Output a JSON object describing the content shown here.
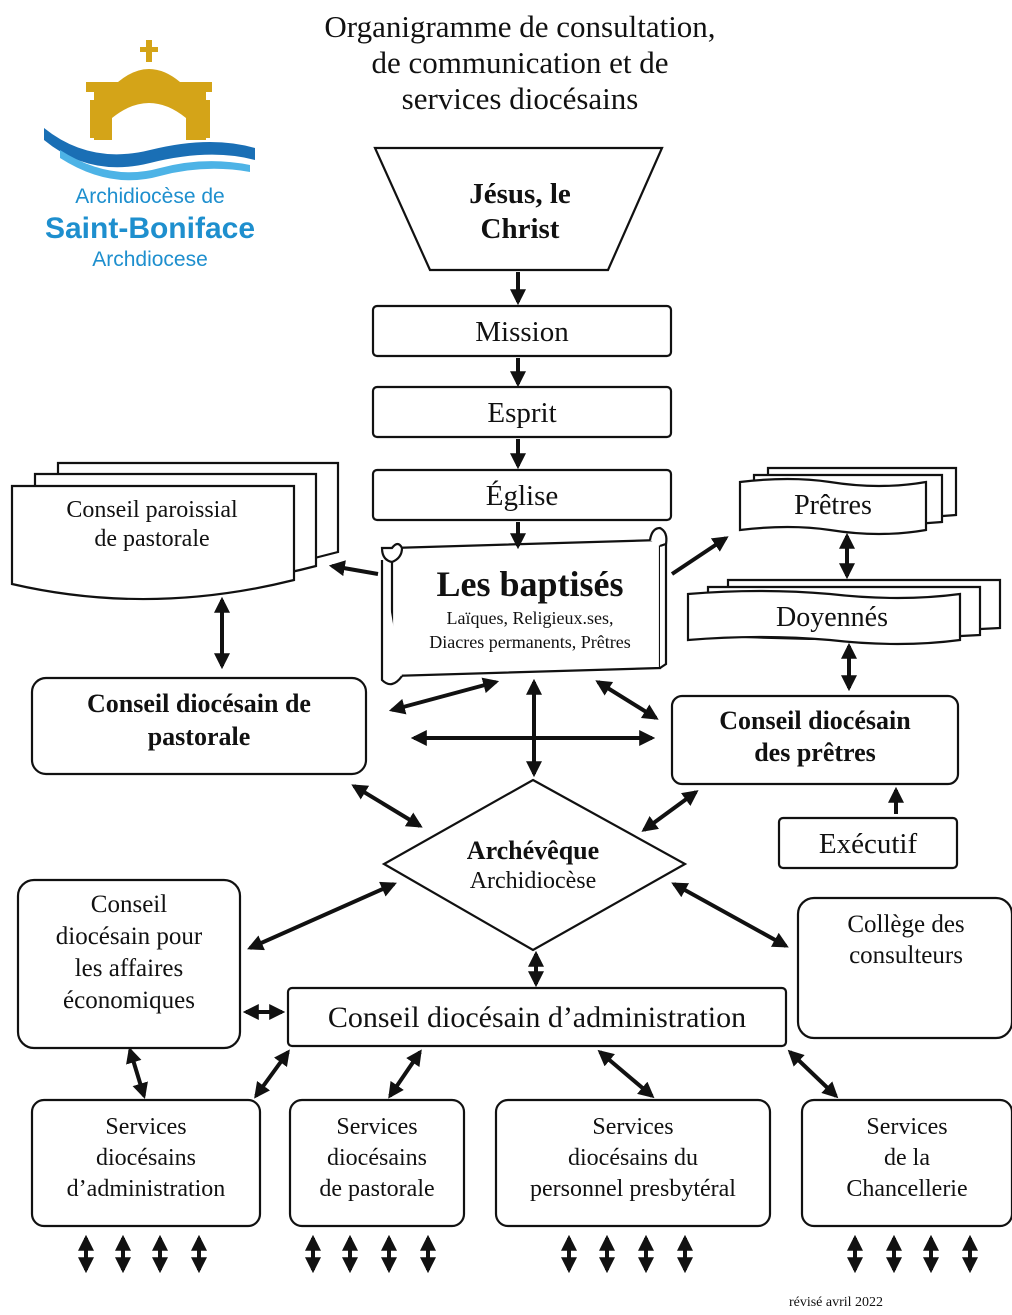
{
  "title": [
    "Organigramme de consultation,",
    "de communication et de",
    "services diocésains"
  ],
  "logo": {
    "line1": "Archidiocèse de",
    "line2": "Saint-Boniface",
    "line3": "Archdiocese",
    "gold": "#d4a418",
    "blue_dark": "#1a6fb5",
    "blue_light": "#4db3e6",
    "text_blue": "#1e8fce"
  },
  "nodes": {
    "jesus": [
      "Jésus, le",
      "Christ"
    ],
    "mission": "Mission",
    "esprit": "Esprit",
    "eglise": "Église",
    "baptises": {
      "title": "Les baptisés",
      "sub1": "Laïques, Religieux.ses,",
      "sub2": "Diacres permanents, Prêtres"
    },
    "conseil_paroissial": [
      "Conseil paroissial",
      "de pastorale"
    ],
    "pretres": "Prêtres",
    "doyennes": "Doyennés",
    "cdp": [
      "Conseil diocésain de",
      "pastorale"
    ],
    "cdpretres": [
      "Conseil diocésain",
      "des prêtres"
    ],
    "executif": "Exécutif",
    "archeveque": [
      "Archévêque",
      "Archidiocèse"
    ],
    "affaires_eco": [
      "Conseil",
      "diocésain pour",
      "les affaires",
      "économiques"
    ],
    "college": [
      "Collège des",
      "consulteurs"
    ],
    "cda": "Conseil diocésain d’administration",
    "services": [
      [
        "Services",
        "diocésains",
        "d’administration"
      ],
      [
        "Services",
        "diocésains",
        "de pastorale"
      ],
      [
        "Services",
        "diocésains du",
        "personnel presbytéral"
      ],
      [
        "Services",
        "de la",
        "Chancellerie"
      ]
    ]
  },
  "footer": "révisé avril 2022"
}
